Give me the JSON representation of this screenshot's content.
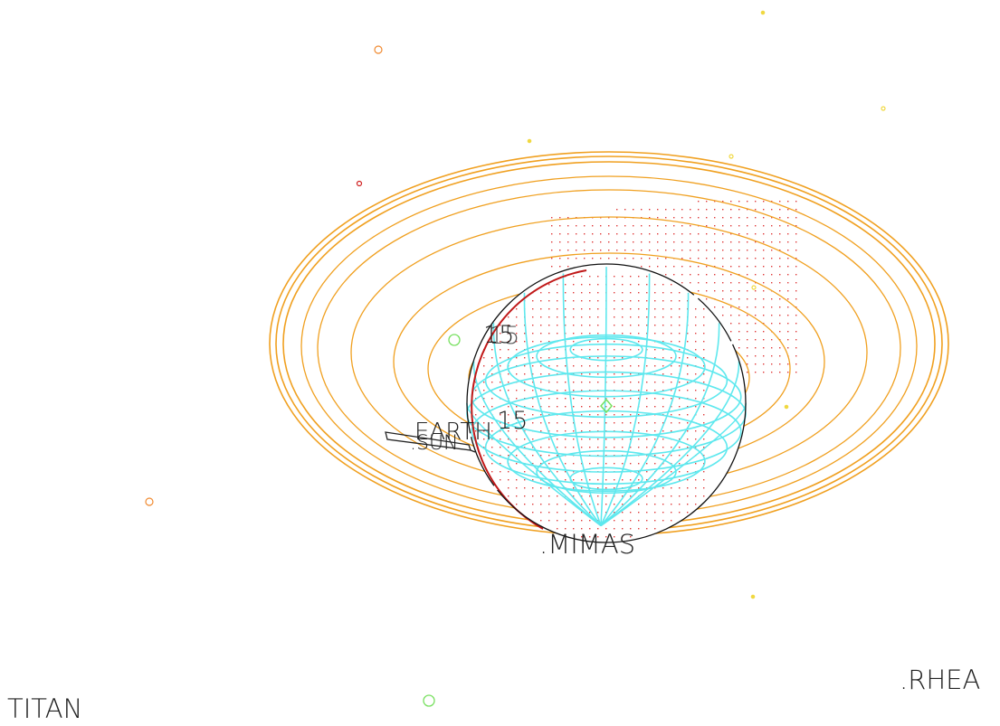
{
  "labels": {
    "titan": "TITAN",
    "rhea": ".RHEA",
    "mimas": ".MIMAS",
    "earth": "EARTH",
    "sun": ".SUN",
    "lat_15_north": "15",
    "lat_15_equator": "15",
    "ring_label": "15"
  },
  "colors": {
    "background": "#ffffff",
    "rings": "#f0a020",
    "planet_grid": "#5ee8ee",
    "planet_outline": "#111111",
    "terminator": "#c01818",
    "shadow_dots": "#e03838",
    "moon_green": "#78e060",
    "moon_yellow": "#f0d840",
    "moon_orange": "#f08a30",
    "moon_red": "#d02020"
  },
  "icons": {
    "sub_observer_marker": "diamond-marker-icon",
    "moons": "moon-circle-icon",
    "sun_direction": "sun-direction-bar-icon"
  }
}
